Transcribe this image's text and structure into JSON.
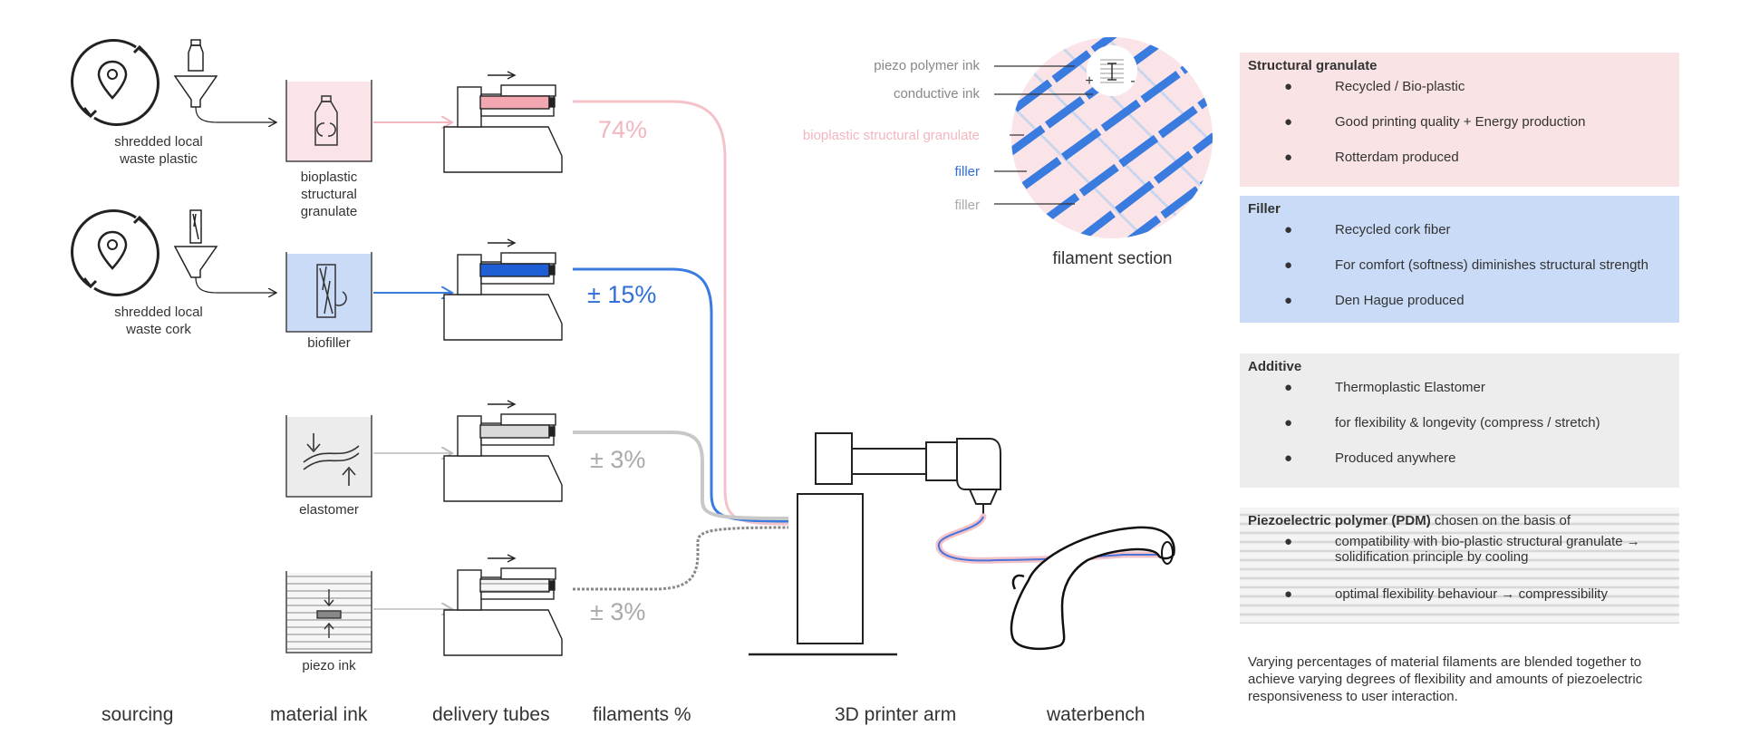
{
  "sources": [
    {
      "label": "shredded local\nwaste plastic"
    },
    {
      "label": "shredded local\nwaste cork"
    }
  ],
  "material_inks": [
    {
      "label": "bioplastic\nstructural\ngranulate"
    },
    {
      "label": "biofiller"
    },
    {
      "label": "elastomer"
    },
    {
      "label": "piezo ink"
    }
  ],
  "filaments": [
    {
      "label": "74%",
      "color": "#f4c3c9"
    },
    {
      "label": "± 15%",
      "color": "#3a7be0"
    },
    {
      "label": "± 3%",
      "color": "#a9a9a9"
    },
    {
      "label": "± 3%",
      "color": "#a9a9a9"
    }
  ],
  "section": {
    "title": "filament section",
    "labels": [
      {
        "text": "piezo polymer ink",
        "color": "#888888"
      },
      {
        "text": "conductive ink",
        "color": "#888888"
      },
      {
        "text": "bioplastic structural granulate",
        "color": "#f4b6be"
      },
      {
        "text": "filler",
        "color": "#2f6fd6"
      },
      {
        "text": "filler",
        "color": "#aaaaaa"
      }
    ],
    "plus": "+",
    "minus": "-"
  },
  "stages": [
    "sourcing",
    "material ink",
    "delivery tubes",
    "filaments %",
    "3D printer arm",
    "waterbench"
  ],
  "panels": [
    {
      "title": "Structural granulate",
      "title_rest": "",
      "bg": "#f9e3e5",
      "items": [
        "Recycled / Bio-plastic",
        "Good printing quality + Energy production",
        "Rotterdam produced"
      ]
    },
    {
      "title": "Filler",
      "title_rest": "",
      "bg": "#c9dbf7",
      "items": [
        "Recycled cork fiber",
        "For comfort (softness) diminishes structural strength",
        "Den Hague produced"
      ]
    },
    {
      "title": "Additive",
      "title_rest": "",
      "bg": "#ededed",
      "items": [
        "Thermoplastic Elastomer",
        "for flexibility & longevity (compress / stretch)",
        "Produced anywhere"
      ]
    },
    {
      "title": "Piezoelectric polymer (PDM)",
      "title_rest": " chosen on the basis of",
      "bg": "striped",
      "items": [
        "compatibility with bio-plastic structural granulate →\nsolidification principle by cooling",
        "optimal flexibility behaviour → compressibility"
      ]
    }
  ],
  "bullet": "●",
  "note": "Varying percentages of material filaments are blended together to achieve varying degrees of flexibility and amounts of piezoelectric responsiveness to user interaction.",
  "colors": {
    "pink": "#f4c3c9",
    "pink_fill": "#fbe4e7",
    "blue": "#3a7be0",
    "blue_fill": "#c9dbf7",
    "gray": "#cfcfcf",
    "gray_fill": "#ececec",
    "line": "#222222"
  },
  "icons": [
    "location-cycle-icon",
    "bottle-icon",
    "funnel-icon",
    "cork-icon",
    "recycle-icon",
    "compress-icon",
    "extruder-icon",
    "robot-arm-icon",
    "waterbench-icon"
  ]
}
